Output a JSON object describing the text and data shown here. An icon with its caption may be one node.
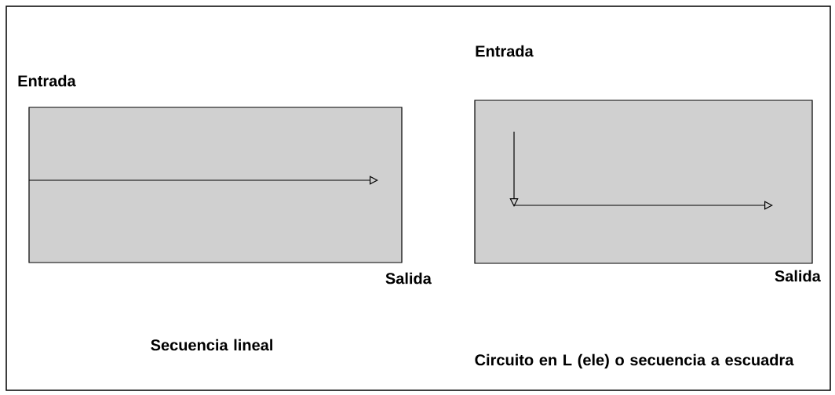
{
  "diagram": {
    "nodes": [
      {
        "text": [],
        "shape": "box",
        "beside": [
          "Entrada",
          "Salida"
        ]
      },
      {
        "text": [],
        "shape": "box",
        "beside": [
          "Entrada",
          "Salida"
        ]
      }
    ],
    "labels": [
      "Secuencia lineal",
      "Circuito en L (ele) o secuencia a escuadra"
    ]
  }
}
